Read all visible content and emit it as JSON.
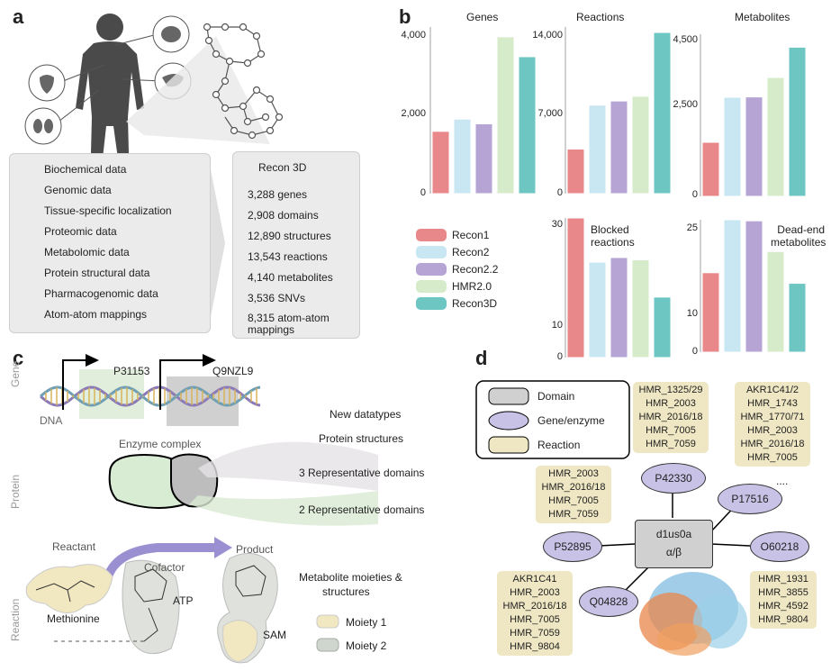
{
  "panel_labels": {
    "a": "a",
    "b": "b",
    "c": "c",
    "d": "d"
  },
  "panel_a": {
    "data_types": [
      "Biochemical data",
      "Genomic data",
      "Tissue-specific localization",
      "Proteomic data",
      "Metabolomic data",
      "Protein structural data",
      "Pharmacogenomic data",
      "Atom-atom mappings"
    ],
    "recon_title": "Recon 3D",
    "recon_stats": [
      "3,288 genes",
      "2,908 domains",
      "12,890 structures",
      "13,543 reactions",
      "4,140 metabolites",
      "3,536 SNVs",
      "8,315 atom-atom mappings"
    ]
  },
  "chart_data": [
    {
      "type": "bar",
      "title": "Genes",
      "categories": [
        "Recon1",
        "Recon2",
        "Recon2.2",
        "HMR2.0",
        "Recon3D"
      ],
      "values": [
        1496,
        1789,
        1675,
        3765,
        3288
      ],
      "yticks": [
        "0",
        "2,000",
        "4,000"
      ],
      "ylim": [
        0,
        4000
      ]
    },
    {
      "type": "bar",
      "title": "Reactions",
      "categories": [
        "Recon1",
        "Recon2",
        "Recon2.2",
        "HMR2.0",
        "Recon3D"
      ],
      "values": [
        3744,
        7440,
        7785,
        8181,
        13543
      ],
      "yticks": [
        "0",
        "7,000",
        "14,000"
      ],
      "ylim": [
        0,
        14000
      ]
    },
    {
      "type": "bar",
      "title": "Metabolites",
      "categories": [
        "Recon1",
        "Recon2",
        "Recon2.2",
        "HMR2.0",
        "Recon3D"
      ],
      "values": [
        1500,
        2750,
        2760,
        3300,
        4140
      ],
      "yticks": [
        "0",
        "2,500",
        "4,500"
      ],
      "ylim": [
        0,
        4500
      ]
    },
    {
      "type": "bar",
      "title": "Blocked reactions",
      "categories": [
        "Recon1",
        "Recon2",
        "Recon2.2",
        "HMR2.0",
        "Recon3D"
      ],
      "values": [
        30,
        20.5,
        21.5,
        21,
        13
      ],
      "yticks": [
        "0",
        "10",
        "30"
      ],
      "ylim": [
        0,
        30
      ]
    },
    {
      "type": "bar",
      "title": "Dead-end metabolites",
      "categories": [
        "Recon1",
        "Recon2",
        "Recon2.2",
        "HMR2.0",
        "Recon3D"
      ],
      "values": [
        15,
        25,
        24.8,
        19,
        13
      ],
      "yticks": [
        "0",
        "10",
        "25"
      ],
      "ylim": [
        0,
        25
      ]
    }
  ],
  "legend": {
    "items": [
      {
        "name": "Recon1",
        "color": "#e8888a"
      },
      {
        "name": "Recon2",
        "color": "#c9e6f3"
      },
      {
        "name": "Recon2.2",
        "color": "#b5a4d4"
      },
      {
        "name": "HMR2.0",
        "color": "#d6ebc9"
      },
      {
        "name": "Recon3D",
        "color": "#6ec6c3"
      }
    ]
  },
  "panel_c": {
    "side_labels": [
      "Gene",
      "Protein",
      "Reaction"
    ],
    "gene_a": "P31153",
    "gene_b": "Q9NZL9",
    "dna": "DNA",
    "new_datatypes": "New datatypes",
    "protein_structures": "Protein structures",
    "domains3": "3 Representative domains",
    "domains2": "2 Representative domains",
    "enzyme_complex": "Enzyme complex",
    "reactant": "Reactant",
    "product": "Product",
    "cofactor": "Cofactor",
    "atp": "ATP",
    "methionine": "Methionine",
    "sam": "SAM",
    "moieties": "Metabolite moieties &",
    "structures": "structures",
    "moiety1": "Moiety 1",
    "moiety2": "Moiety 2"
  },
  "panel_d": {
    "legend": [
      "Domain",
      "Gene/enzyme",
      "Reaction"
    ],
    "center_top": "d1us0a",
    "center_bottom": "α/β",
    "genes": [
      "P42330",
      "P17516",
      "P52895",
      "O60218",
      "Q04828"
    ],
    "ellipsis": "....",
    "lists": {
      "top_mid": [
        "HMR_1325/29",
        "HMR_2003",
        "HMR_2016/18",
        "HMR_7005",
        "HMR_7059"
      ],
      "top_right": [
        "AKR1C41/2",
        "HMR_1743",
        "HMR_1770/71",
        "HMR_2003",
        "HMR_2016/18",
        "HMR_7005"
      ],
      "left_mid": [
        "HMR_2003",
        "HMR_2016/18",
        "HMR_7005",
        "HMR_7059"
      ],
      "bottom_left": [
        "AKR1C41",
        "HMR_2003",
        "HMR_2016/18",
        "HMR_7005",
        "HMR_7059",
        "HMR_9804"
      ],
      "bottom_right": [
        "HMR_1931",
        "HMR_3855",
        "HMR_4592",
        "HMR_9804"
      ]
    }
  }
}
